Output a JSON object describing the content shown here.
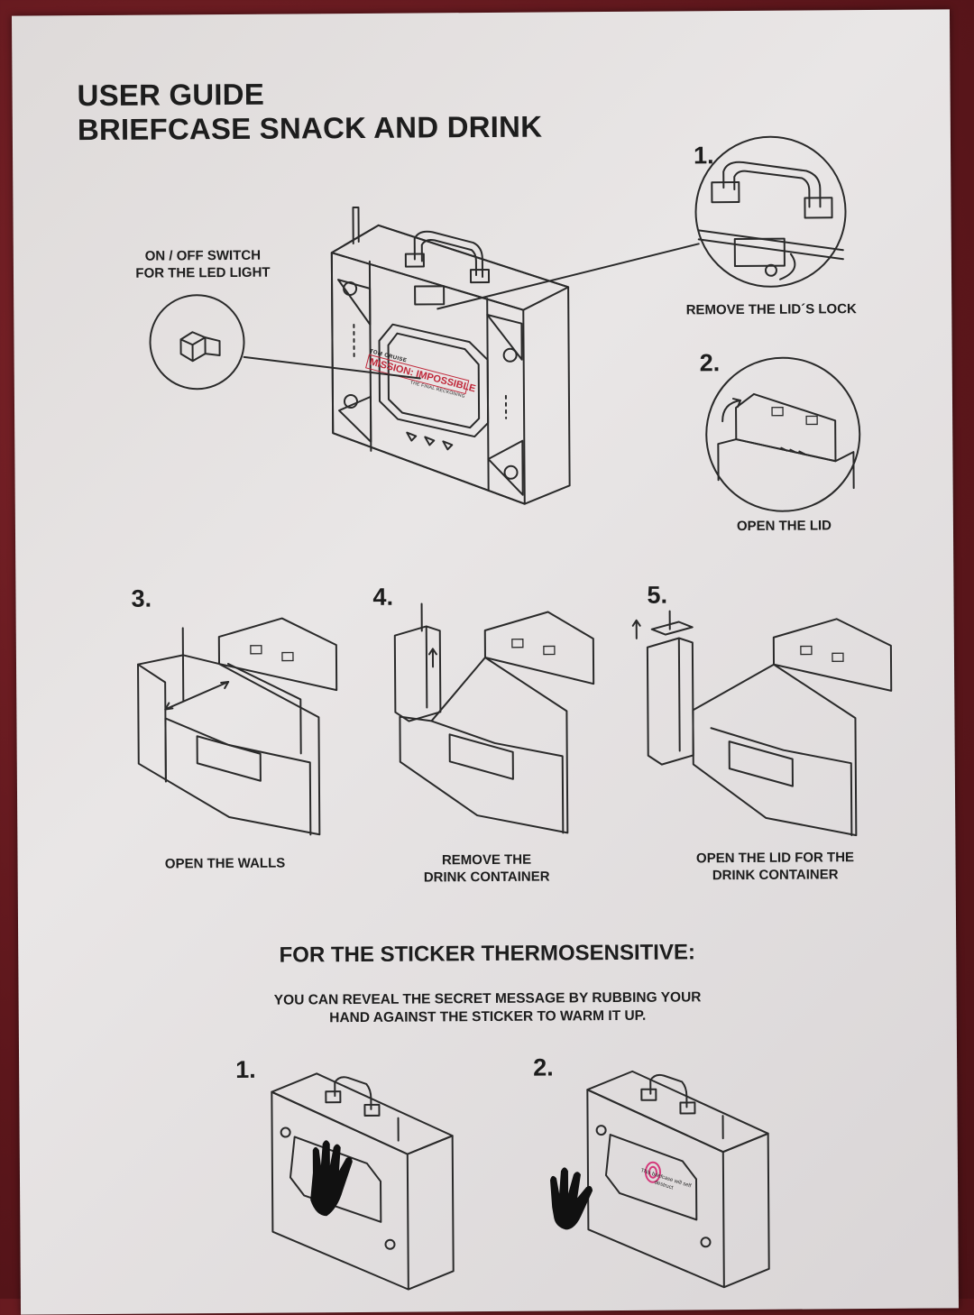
{
  "doc": {
    "title_line1": "USER GUIDE",
    "title_line2": "BRIEFCASE SNACK AND DRINK",
    "switch_label_line1": "ON / OFF SWITCH",
    "switch_label_line2": "FOR THE LED LIGHT",
    "brand_small": "TOM CRUISE",
    "brand_logo": "MISSION: IMPOSSIBLE",
    "brand_tag": "THE FINAL RECKONING",
    "steps": [
      {
        "num": "1.",
        "label": "REMOVE THE LID´S LOCK"
      },
      {
        "num": "2.",
        "label": "OPEN THE LID"
      },
      {
        "num": "3.",
        "label": "OPEN THE WALLS"
      },
      {
        "num": "4.",
        "label_line1": "REMOVE THE",
        "label_line2": "DRINK CONTAINER"
      },
      {
        "num": "5.",
        "label_line1": "OPEN THE LID FOR THE",
        "label_line2": "DRINK CONTAINER"
      }
    ],
    "sticker_heading": "FOR THE STICKER THERMOSENSITIVE:",
    "sticker_text_line1": "YOU CAN REVEAL THE SECRET MESSAGE BY RUBBING YOUR",
    "sticker_text_line2": "HAND AGAINST THE STICKER TO WARM IT UP.",
    "sticker_steps": [
      "1.",
      "2."
    ],
    "sticker_message": "This briefcase will self destruct"
  },
  "colors": {
    "paper": "#e4e1e1",
    "ink": "#1d1d1d",
    "logo_red": "#c0283a",
    "fingerprint": "#d4387a",
    "background": "#6e1d22"
  }
}
